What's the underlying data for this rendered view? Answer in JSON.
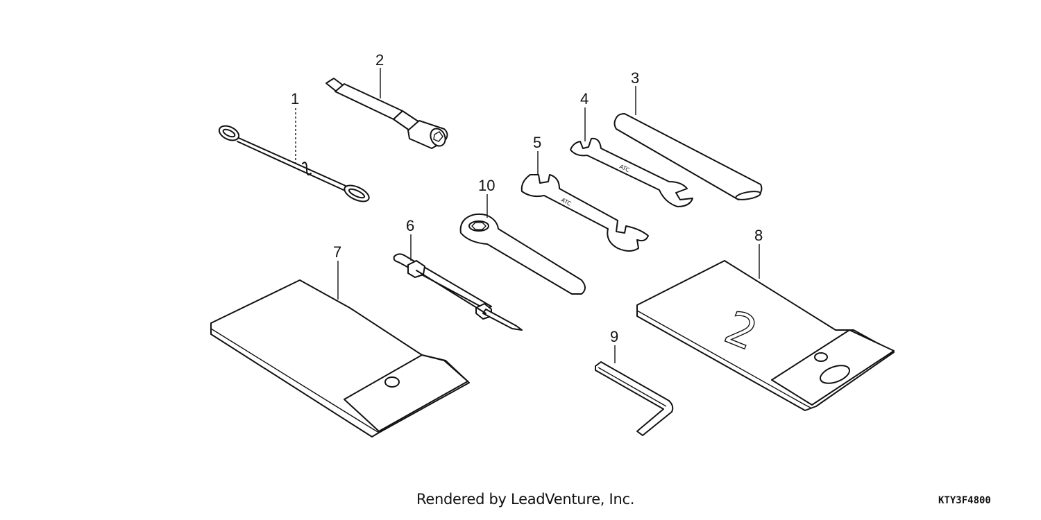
{
  "parts": [
    {
      "callout": "1",
      "icon": "tow-cable-icon"
    },
    {
      "callout": "2",
      "icon": "tool-bag-icon"
    },
    {
      "callout": "3",
      "icon": "screwdriver-icon"
    },
    {
      "callout": "4",
      "icon": "open-end-wrench-icon"
    },
    {
      "callout": "5",
      "icon": "open-end-wrench-icon"
    },
    {
      "callout": "6",
      "icon": "spark-plug-wrench-icon"
    },
    {
      "callout": "7",
      "icon": "handle-bar-icon"
    },
    {
      "callout": "8",
      "icon": "tool-bag-icon"
    },
    {
      "callout": "9",
      "icon": "hex-key-icon"
    },
    {
      "callout": "10",
      "icon": "box-wrench-icon"
    }
  ],
  "wrench_stamp": "ATC",
  "bag_mark": "2",
  "footer": {
    "credit": "Rendered by LeadVenture, Inc.",
    "code": "KTY3F4800"
  }
}
